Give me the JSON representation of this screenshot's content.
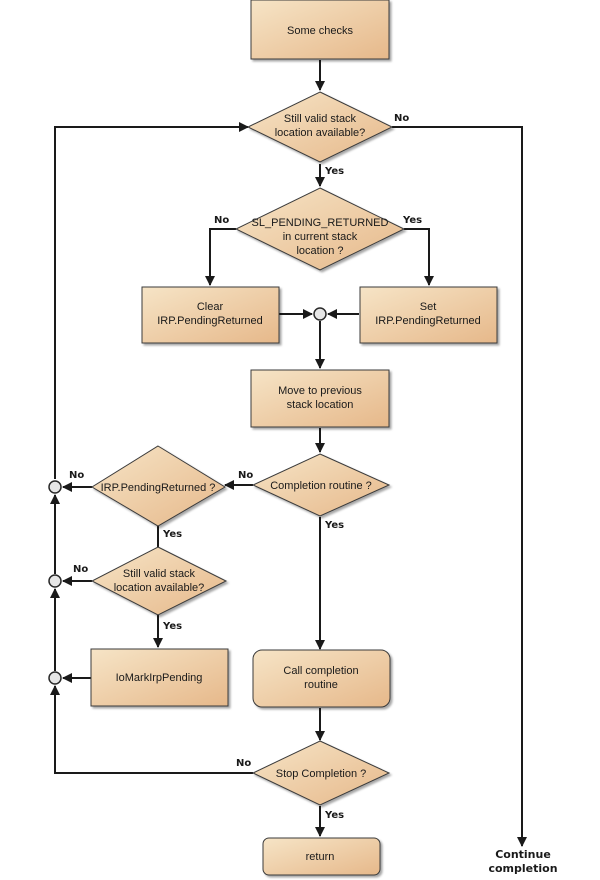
{
  "diagram": {
    "colors": {
      "node_fill_light": "#f6e4c6",
      "node_fill_dark": "#e6b88a",
      "stroke": "#1a1a1a",
      "junction_fill": "#e6e6e6"
    },
    "nodes": {
      "some_checks": {
        "type": "process",
        "lines": [
          "Some checks"
        ]
      },
      "valid_stack_1": {
        "type": "decision",
        "lines": [
          "Still valid stack",
          "location available?"
        ]
      },
      "sl_pending": {
        "type": "decision",
        "lines": [
          "SL_PENDING_RETURNED",
          "in current stack",
          "location ?"
        ]
      },
      "clear_pending": {
        "type": "process",
        "lines": [
          "Clear",
          "IRP.PendingReturned"
        ]
      },
      "set_pending": {
        "type": "process",
        "lines": [
          "Set",
          "IRP.PendingReturned"
        ]
      },
      "move_prev": {
        "type": "process",
        "lines": [
          "Move to previous",
          "stack location"
        ]
      },
      "completion_routine": {
        "type": "decision",
        "lines": [
          "Completion routine ?"
        ]
      },
      "irp_pending_returned": {
        "type": "decision",
        "lines": [
          "IRP.PendingReturned ?"
        ]
      },
      "valid_stack_2": {
        "type": "decision",
        "lines": [
          "Still valid stack",
          "location available?"
        ]
      },
      "io_mark_pending": {
        "type": "process",
        "lines": [
          "IoMarkIrpPending"
        ]
      },
      "call_completion": {
        "type": "rounded",
        "lines": [
          "Call completion",
          "routine"
        ]
      },
      "stop_completion": {
        "type": "decision",
        "lines": [
          "Stop Completion ?"
        ]
      },
      "return": {
        "type": "rounded",
        "lines": [
          "return"
        ]
      },
      "continue_completion": {
        "type": "terminal-text",
        "lines": [
          "Continue",
          "completion"
        ]
      }
    },
    "edge_labels": {
      "yes": "Yes",
      "no": "No"
    }
  }
}
